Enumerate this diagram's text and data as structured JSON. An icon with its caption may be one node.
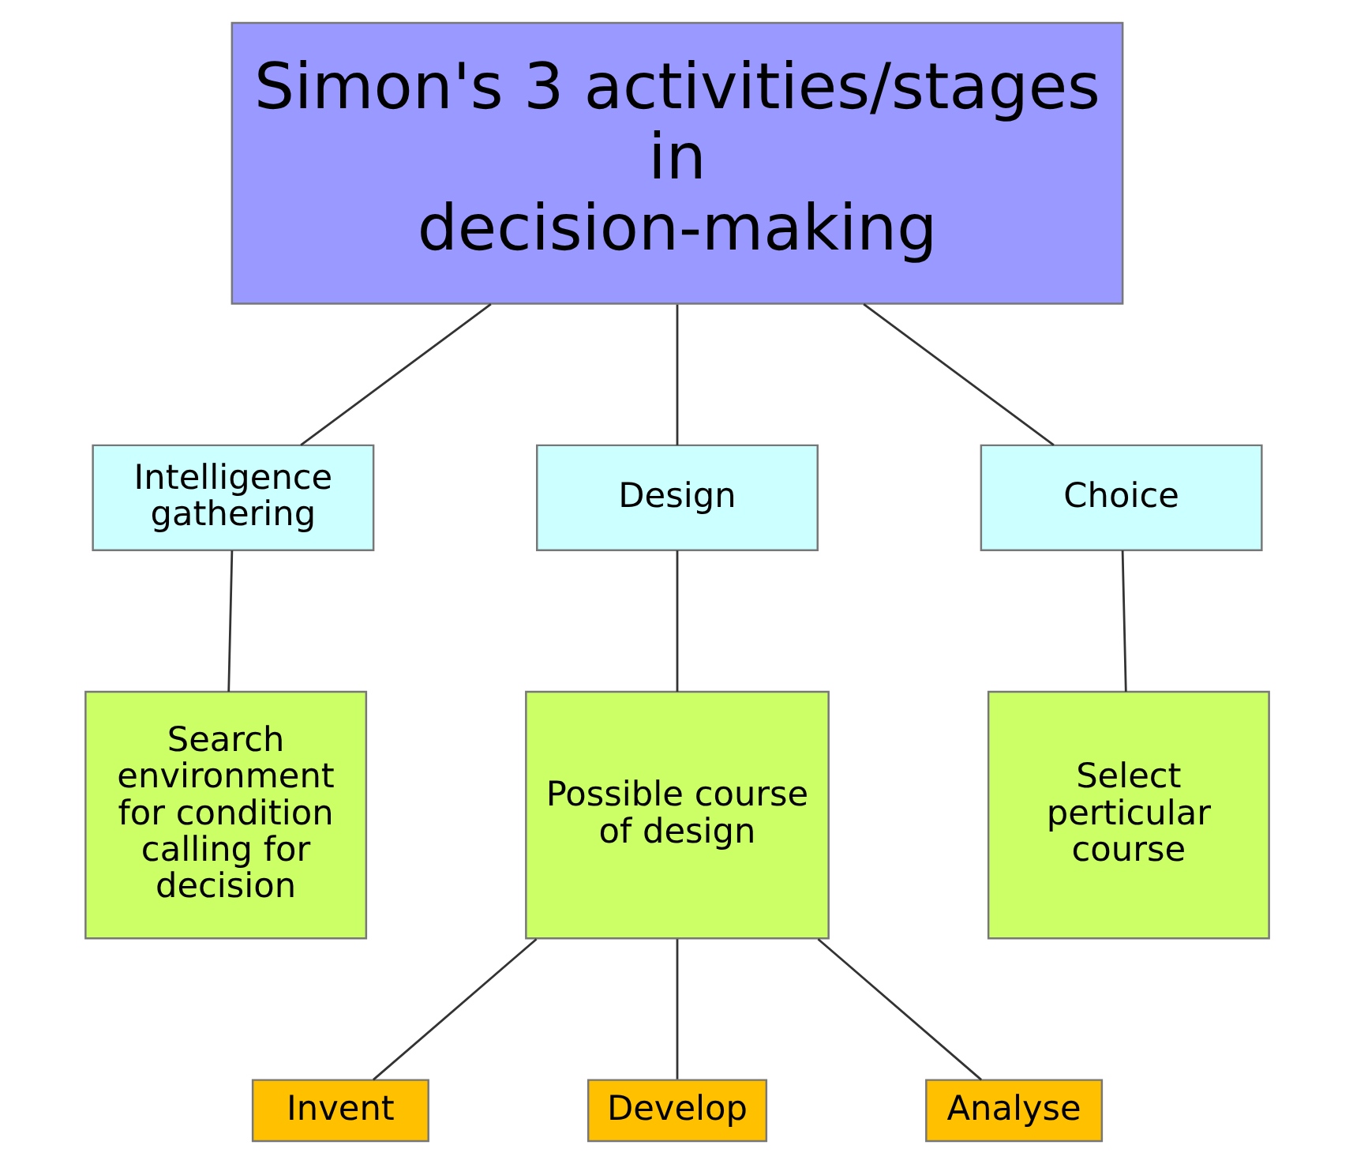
{
  "diagram": {
    "nodes": [
      {
        "text": [
          "Simon's 3 activities/stages in decision-making"
        ]
      },
      {
        "text": [
          "Intelligence gathering"
        ]
      },
      {
        "text": [
          "Design"
        ]
      },
      {
        "text": [
          "Choice"
        ]
      },
      {
        "text": [
          "Search environment for condition calling for decision"
        ]
      },
      {
        "text": [
          "Possible course of design"
        ]
      },
      {
        "text": [
          "Select perticular course"
        ]
      },
      {
        "text": [
          "Invent"
        ]
      },
      {
        "text": [
          "Develop"
        ]
      },
      {
        "text": [
          "Analyse"
        ]
      }
    ],
    "edges": [
      {
        "from": 0,
        "to": 1,
        "arrow": "none"
      },
      {
        "from": 0,
        "to": 2,
        "arrow": "none"
      },
      {
        "from": 0,
        "to": 3,
        "arrow": "none"
      },
      {
        "from": 1,
        "to": 4,
        "arrow": "none"
      },
      {
        "from": 2,
        "to": 5,
        "arrow": "none"
      },
      {
        "from": 3,
        "to": 6,
        "arrow": "none"
      },
      {
        "from": 5,
        "to": 7,
        "arrow": "none"
      },
      {
        "from": 5,
        "to": 8,
        "arrow": "none"
      },
      {
        "from": 5,
        "to": 9,
        "arrow": "none"
      }
    ]
  }
}
